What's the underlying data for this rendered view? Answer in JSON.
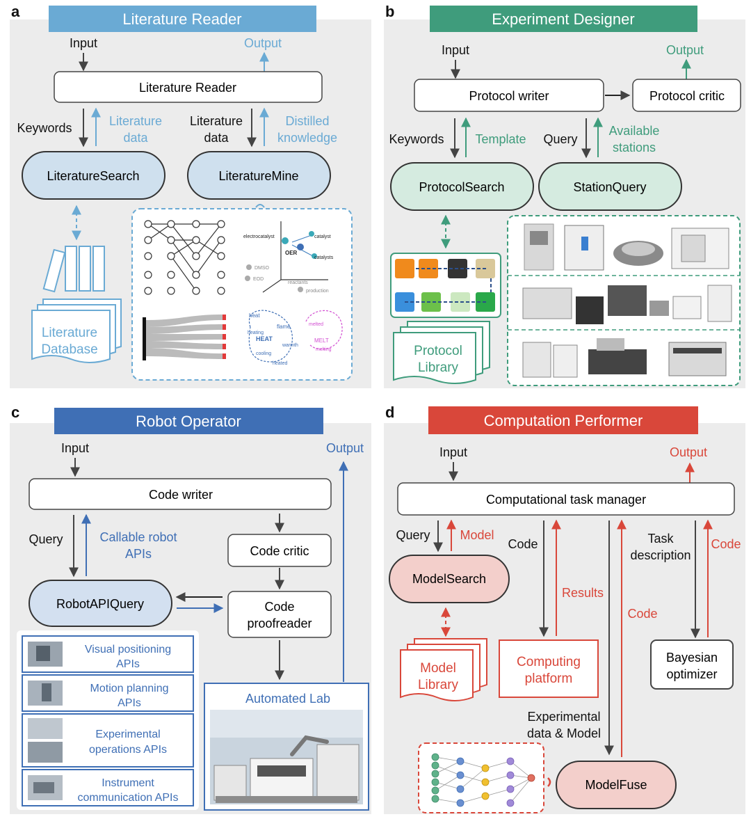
{
  "colors": {
    "panel_bg": "#ececec",
    "blue_light": "#6aaad4",
    "blue_light_fill": "#cfe0ee",
    "green": "#3f9c7c",
    "green_fill": "#d5ebe0",
    "blue_dark": "#3f6fb5",
    "blue_dark_fill": "#d3e0f0",
    "red": "#d9473a",
    "red_fill": "#f3cfcb",
    "arrow_gray": "#444444"
  },
  "panel_a": {
    "letter": "a",
    "title": "Literature Reader",
    "input": "Input",
    "output": "Output",
    "box_main": "Literature Reader",
    "keywords": "Keywords",
    "lit_data_1": "Literature",
    "lit_data_2": "data",
    "lit_data_left_1": "Literature",
    "lit_data_left_2": "data",
    "distilled_1": "Distilled",
    "distilled_2": "knowledge",
    "node_search": "LiteratureSearch",
    "node_mine": "LiteratureMine",
    "database_1": "Literature",
    "database_2": "Database",
    "graph_words": [
      "electrocatalyst",
      "catalyst",
      "OER",
      "catalysts",
      "DMSO",
      "EOD",
      "reactants",
      "production"
    ],
    "sankey_words": [
      "heat",
      "flame",
      "HEAT",
      "heating",
      "warmth",
      "cooling",
      "heated",
      "MELT",
      "melted",
      "melting"
    ]
  },
  "panel_b": {
    "letter": "b",
    "title": "Experiment Designer",
    "input": "Input",
    "output": "Output",
    "box_writer": "Protocol writer",
    "box_critic": "Protocol critic",
    "keywords": "Keywords",
    "template": "Template",
    "query": "Query",
    "available_1": "Available",
    "available_2": "stations",
    "node_search": "ProtocolSearch",
    "node_query": "StationQuery",
    "library_1": "Protocol",
    "library_2": "Library"
  },
  "panel_c": {
    "letter": "c",
    "title": "Robot Operator",
    "input": "Input",
    "output": "Output",
    "box_writer": "Code writer",
    "query": "Query",
    "callable_1": "Callable robot",
    "callable_2": "APIs",
    "box_critic": "Code critic",
    "proof_1": "Code",
    "proof_2": "proofreader",
    "node_query": "RobotAPIQuery",
    "apis": [
      {
        "l1": "Visual positioning",
        "l2": "APIs"
      },
      {
        "l1": "Motion planning",
        "l2": "APIs"
      },
      {
        "l1": "Experimental",
        "l2": "operations APIs"
      },
      {
        "l1": "Instrument",
        "l2": "communication APIs"
      }
    ],
    "lab": "Automated Lab"
  },
  "panel_d": {
    "letter": "d",
    "title": "Computation Performer",
    "input": "Input",
    "output": "Output",
    "box_manager": "Computational task manager",
    "query": "Query",
    "model": "Model",
    "code_left": "Code",
    "task_1": "Task",
    "task_2": "description",
    "code_right": "Code",
    "node_search": "ModelSearch",
    "results": "Results",
    "code_mid": "Code",
    "library_1": "Model",
    "library_2": "Library",
    "computing_1": "Computing",
    "computing_2": "platform",
    "bayes_1": "Bayesian",
    "bayes_2": "optimizer",
    "exp_1": "Experimental",
    "exp_2": "data & Model",
    "node_fuse": "ModelFuse"
  }
}
